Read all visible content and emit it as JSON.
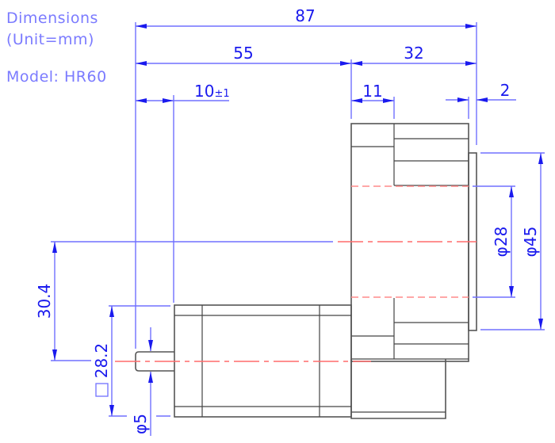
{
  "info": {
    "title": "Dimensions",
    "unit": "(Unit=mm)",
    "model": "Model:  HR60"
  },
  "dimensions": {
    "overall_length": "87",
    "motor_length": "55",
    "gearbox_length": "32",
    "shaft_length": "10",
    "shaft_tolerance": "±1",
    "flange_thickness": "11",
    "pilot_thickness": "2",
    "pilot_diameter_inner": "φ28",
    "pilot_diameter_outer": "φ45",
    "shaft_offset": "30.4",
    "motor_square": "28.2",
    "shaft_diameter": "φ5",
    "square_symbol": "□"
  },
  "colors": {
    "dimension": "#1a1aee",
    "extension_line": "#7070ff",
    "outline": "#555555",
    "centerline": "#ff6b6b",
    "label": "#7b7bff"
  }
}
